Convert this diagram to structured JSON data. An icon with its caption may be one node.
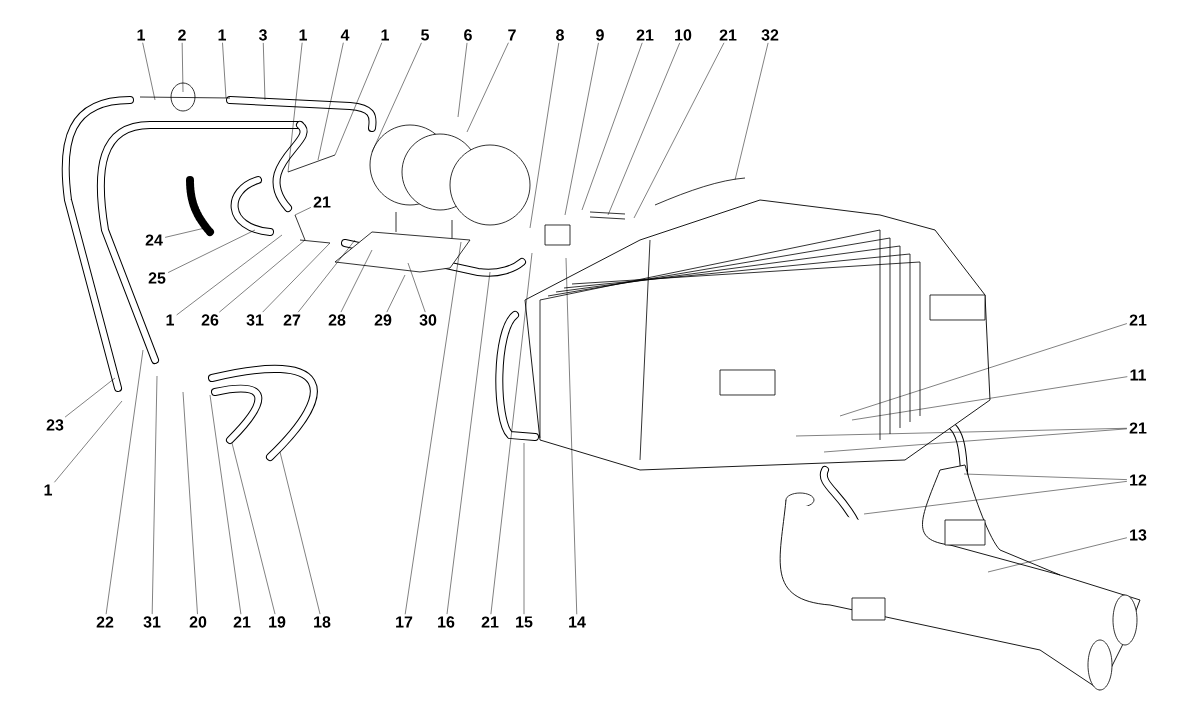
{
  "diagram": {
    "nodes": [
      {
        "text": [
          "1"
        ]
      },
      {
        "text": [
          "2"
        ]
      },
      {
        "text": [
          "1"
        ]
      },
      {
        "text": [
          "3"
        ]
      },
      {
        "text": [
          "1"
        ]
      },
      {
        "text": [
          "4"
        ]
      },
      {
        "text": [
          "1"
        ]
      },
      {
        "text": [
          "5"
        ]
      },
      {
        "text": [
          "6"
        ]
      },
      {
        "text": [
          "7"
        ]
      },
      {
        "text": [
          "8"
        ]
      },
      {
        "text": [
          "9"
        ]
      },
      {
        "text": [
          "21"
        ]
      },
      {
        "text": [
          "10"
        ]
      },
      {
        "text": [
          "21"
        ]
      },
      {
        "text": [
          "32"
        ]
      },
      {
        "text": [
          "21"
        ]
      },
      {
        "text": [
          "24"
        ]
      },
      {
        "text": [
          "25"
        ]
      },
      {
        "text": [
          "1"
        ]
      },
      {
        "text": [
          "26"
        ]
      },
      {
        "text": [
          "31"
        ]
      },
      {
        "text": [
          "27"
        ]
      },
      {
        "text": [
          "28"
        ]
      },
      {
        "text": [
          "29"
        ]
      },
      {
        "text": [
          "30"
        ]
      },
      {
        "text": [
          "21"
        ]
      },
      {
        "text": [
          "11"
        ]
      },
      {
        "text": [
          "21"
        ]
      },
      {
        "text": [
          "23"
        ]
      },
      {
        "text": [
          "12"
        ]
      },
      {
        "text": [
          "1"
        ]
      },
      {
        "text": [
          "13"
        ]
      },
      {
        "text": [
          "22"
        ]
      },
      {
        "text": [
          "31"
        ]
      },
      {
        "text": [
          "20"
        ]
      },
      {
        "text": [
          "21"
        ]
      },
      {
        "text": [
          "19"
        ]
      },
      {
        "text": [
          "18"
        ]
      },
      {
        "text": [
          "17"
        ]
      },
      {
        "text": [
          "16"
        ]
      },
      {
        "text": [
          "21"
        ]
      },
      {
        "text": [
          "15"
        ]
      },
      {
        "text": [
          "14"
        ]
      }
    ],
    "edges": [
      {
        "from": 0,
        "to": null,
        "arrow": "none"
      },
      {
        "from": 1,
        "to": null,
        "arrow": "none"
      },
      {
        "from": 2,
        "to": null,
        "arrow": "none"
      },
      {
        "from": 3,
        "to": null,
        "arrow": "none"
      },
      {
        "from": 4,
        "to": null,
        "arrow": "none"
      },
      {
        "from": 5,
        "to": null,
        "arrow": "none"
      },
      {
        "from": 6,
        "to": null,
        "arrow": "none"
      },
      {
        "from": 7,
        "to": null,
        "arrow": "none"
      },
      {
        "from": 8,
        "to": null,
        "arrow": "none"
      },
      {
        "from": 9,
        "to": null,
        "arrow": "none"
      },
      {
        "from": 10,
        "to": null,
        "arrow": "none"
      },
      {
        "from": 11,
        "to": null,
        "arrow": "none"
      },
      {
        "from": 12,
        "to": null,
        "arrow": "none"
      },
      {
        "from": 13,
        "to": null,
        "arrow": "none"
      },
      {
        "from": 14,
        "to": null,
        "arrow": "none"
      },
      {
        "from": 15,
        "to": null,
        "arrow": "none"
      },
      {
        "from": 16,
        "to": null,
        "arrow": "none"
      },
      {
        "from": 17,
        "to": null,
        "arrow": "none"
      },
      {
        "from": 18,
        "to": null,
        "arrow": "none"
      },
      {
        "from": 19,
        "to": null,
        "arrow": "none"
      },
      {
        "from": 20,
        "to": null,
        "arrow": "none"
      },
      {
        "from": 21,
        "to": null,
        "arrow": "none"
      },
      {
        "from": 22,
        "to": null,
        "arrow": "none"
      },
      {
        "from": 23,
        "to": null,
        "arrow": "none"
      },
      {
        "from": 24,
        "to": null,
        "arrow": "none"
      },
      {
        "from": 25,
        "to": null,
        "arrow": "none"
      },
      {
        "from": 26,
        "to": null,
        "arrow": "none"
      },
      {
        "from": 27,
        "to": null,
        "arrow": "none"
      },
      {
        "from": 28,
        "to": null,
        "arrow": "none"
      },
      {
        "from": 28,
        "to": null,
        "arrow": "none"
      },
      {
        "from": 29,
        "to": null,
        "arrow": "none"
      },
      {
        "from": 30,
        "to": null,
        "arrow": "none"
      },
      {
        "from": 30,
        "to": null,
        "arrow": "none"
      },
      {
        "from": 31,
        "to": null,
        "arrow": "none"
      },
      {
        "from": 32,
        "to": null,
        "arrow": "none"
      },
      {
        "from": 33,
        "to": null,
        "arrow": "none"
      },
      {
        "from": 34,
        "to": null,
        "arrow": "none"
      },
      {
        "from": 35,
        "to": null,
        "arrow": "none"
      },
      {
        "from": 36,
        "to": null,
        "arrow": "none"
      },
      {
        "from": 37,
        "to": null,
        "arrow": "none"
      },
      {
        "from": 38,
        "to": null,
        "arrow": "none"
      },
      {
        "from": 39,
        "to": null,
        "arrow": "none"
      },
      {
        "from": 40,
        "to": null,
        "arrow": "none"
      },
      {
        "from": 41,
        "to": null,
        "arrow": "none"
      },
      {
        "from": 42,
        "to": null,
        "arrow": "none"
      },
      {
        "from": 43,
        "to": null,
        "arrow": "none"
      }
    ]
  }
}
